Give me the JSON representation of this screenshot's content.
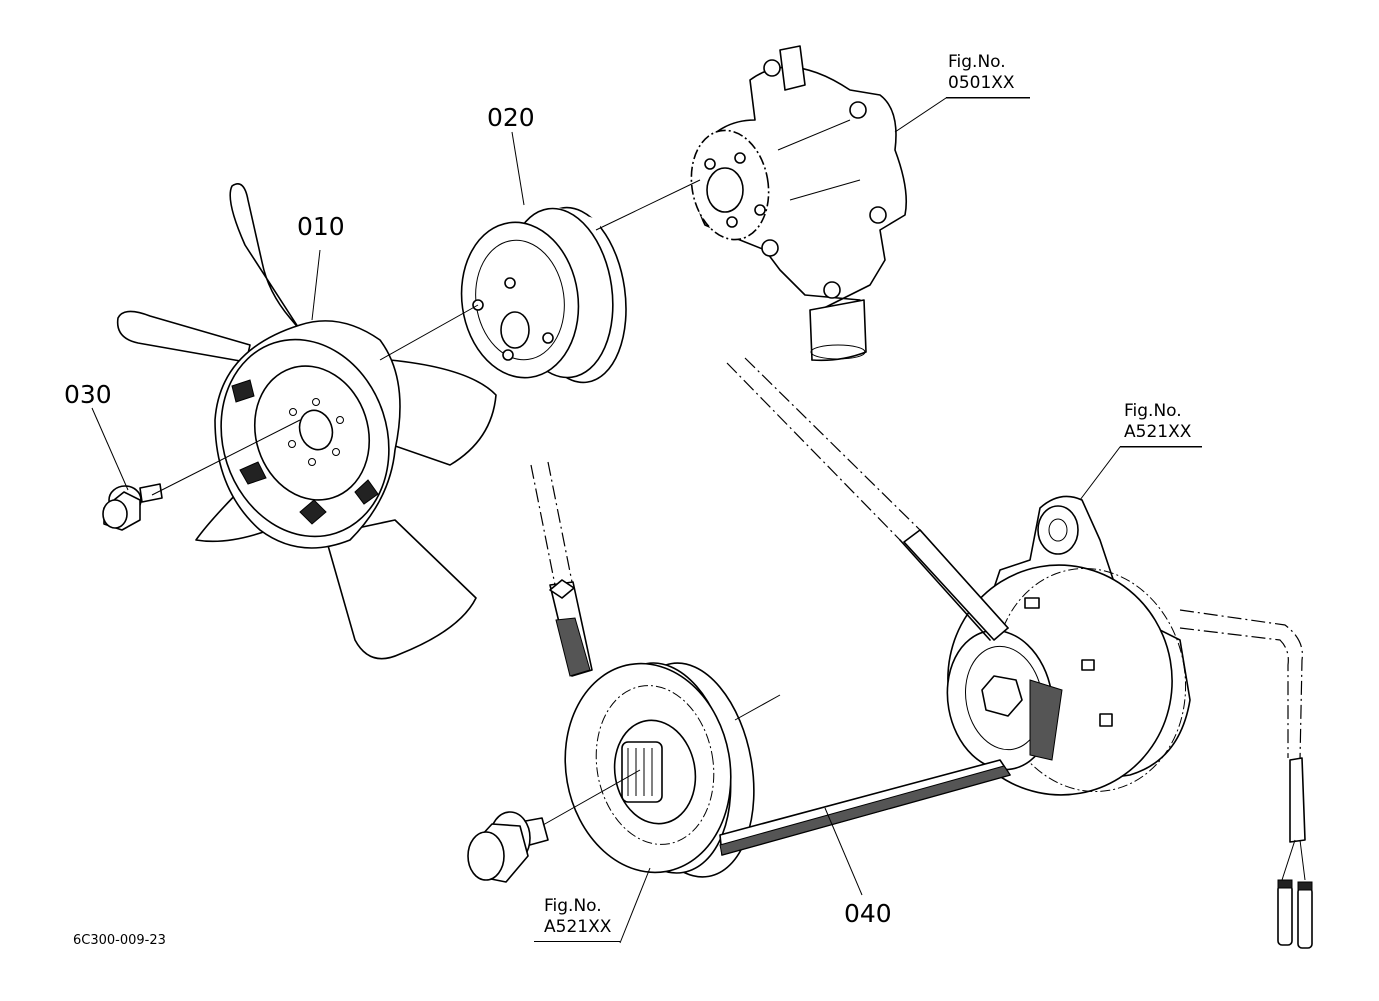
{
  "parts": [
    {
      "number": "010"
    },
    {
      "number": "020"
    },
    {
      "number": "030"
    },
    {
      "number": "040"
    }
  ],
  "references": [
    {
      "label": "Fig.No.",
      "code": "0501XX"
    },
    {
      "label": "Fig.No.",
      "code": "A521XX"
    },
    {
      "label": "Fig.No.",
      "code": "A521XX"
    }
  ],
  "drawing_code": "6C300-009-23",
  "icons": [
    "fan-icon",
    "fan-pulley-icon",
    "water-pump-icon",
    "alternator-icon",
    "crank-pulley-icon",
    "bolt-icon",
    "v-belt-icon"
  ]
}
